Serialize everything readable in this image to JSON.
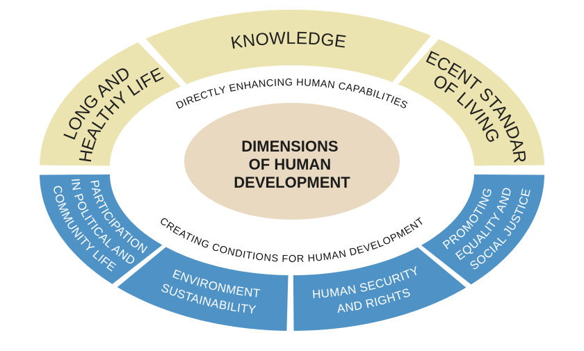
{
  "diagram": {
    "title": "Dimensions of Human Development",
    "center": {
      "lines": [
        "DIMENSIONS",
        "OF HUMAN",
        "DEVELOPMENT"
      ],
      "color": "#e8d9c0"
    },
    "top_caption": "DIRECTLY ENHANCING HUMAN CAPABILITIES",
    "bottom_caption": "CREATING CONDITIONS FOR HUMAN DEVELOPMENT",
    "top_segments": [
      {
        "id": "long-healthy-life",
        "lines": [
          "LONG AND",
          "HEALTHY LIFE"
        ]
      },
      {
        "id": "knowledge",
        "lines": [
          "KNOWLEDGE"
        ]
      },
      {
        "id": "decent-standard",
        "lines": [
          "DECENT STANDARD",
          "OF LIVING"
        ]
      }
    ],
    "bottom_segments": [
      {
        "id": "participation",
        "lines": [
          "PARTICIPATION",
          "IN POLITICAL AND",
          "COMMUNITY LIFE"
        ]
      },
      {
        "id": "environment",
        "lines": [
          "ENVIRONMENT",
          "SUSTAINABILITY"
        ]
      },
      {
        "id": "human-security",
        "lines": [
          "HUMAN SECURITY",
          "AND RIGHTS"
        ]
      },
      {
        "id": "equality",
        "lines": [
          "PROMOTING",
          "EQUALITY AND",
          "SOCIAL JUSTICE"
        ]
      }
    ],
    "colors": {
      "top_ring": "#ebe3b0",
      "bottom_ring": "#4f92c6",
      "center": "#e8d9c0",
      "background": "#ffffff"
    }
  }
}
